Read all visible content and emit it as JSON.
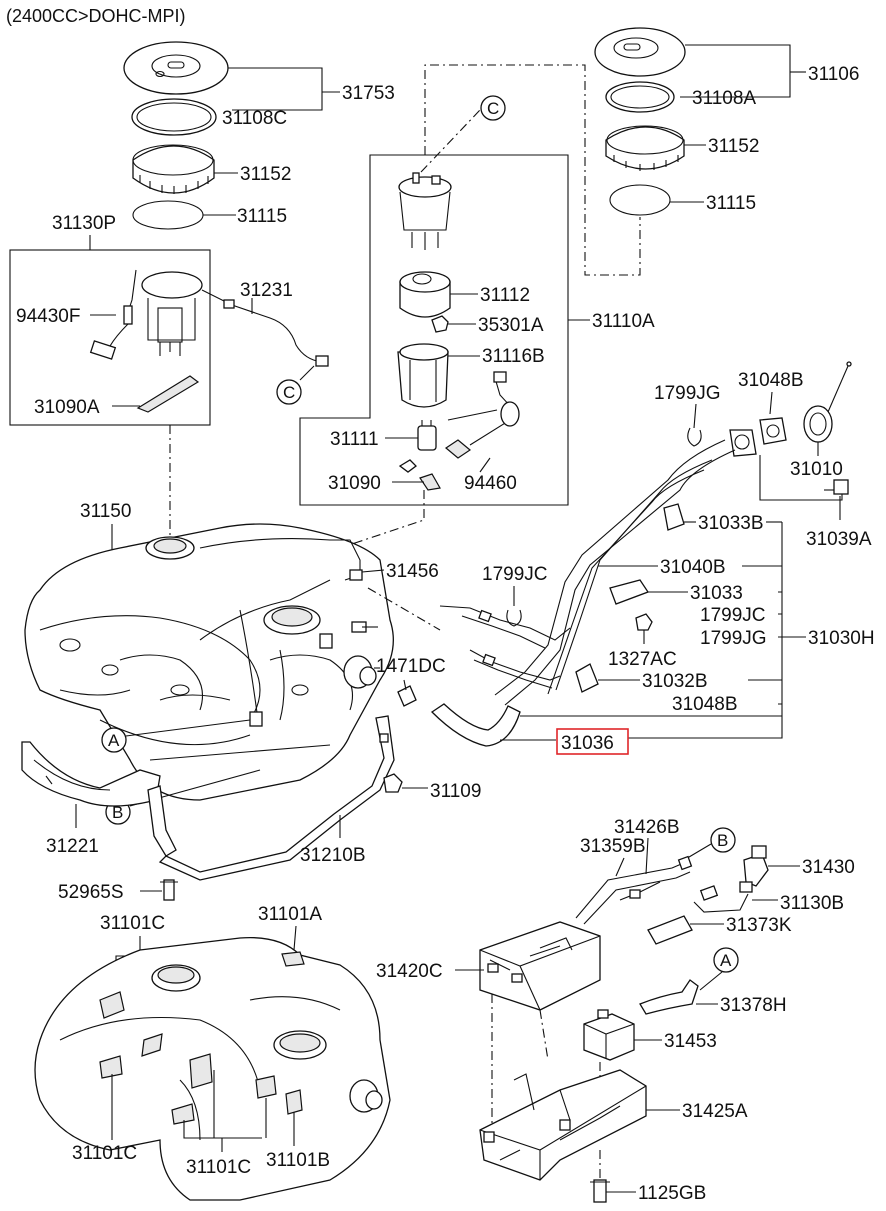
{
  "header": {
    "engine_spec": "(2400CC>DOHC-MPI)"
  },
  "callouts": {
    "a": "A",
    "b": "B",
    "c": "C"
  },
  "labels": {
    "p31753": "31753",
    "p31108C": "31108C",
    "p31152_left": "31152",
    "p31115_left": "31115",
    "p31130P": "31130P",
    "p94430F": "94430F",
    "p31231": "31231",
    "p31090A": "31090A",
    "p31106": "31106",
    "p31108A": "31108A",
    "p31152_right": "31152",
    "p31115_right": "31115",
    "p31112": "31112",
    "p35301A": "35301A",
    "p31110A": "31110A",
    "p31116B": "31116B",
    "p31111": "31111",
    "p31090": "31090",
    "p94460": "94460",
    "p1799JG_top": "1799JG",
    "p31048B_top": "31048B",
    "p31010": "31010",
    "p31033B": "31033B",
    "p31039A": "31039A",
    "p31150": "31150",
    "p31456": "31456",
    "p1799JC_left": "1799JC",
    "p31040B": "31040B",
    "p31033": "31033",
    "p1799JC_right": "1799JC",
    "p1799JG_right": "1799JG",
    "p31030H": "31030H",
    "p1327AC": "1327AC",
    "p1471DC": "1471DC",
    "p31032B": "31032B",
    "p31048B_bottom": "31048B",
    "p31036": "31036",
    "p31109": "31109",
    "p31221": "31221",
    "p31210B": "31210B",
    "p52965S": "52965S",
    "p31101C_top": "31101C",
    "p31101A": "31101A",
    "p31101C_left": "31101C",
    "p31101C_mid": "31101C",
    "p31101B": "31101B",
    "p31426B": "31426B",
    "p31359B": "31359B",
    "p31430": "31430",
    "p31130B": "31130B",
    "p31373K": "31373K",
    "p31420C": "31420C",
    "p31378H": "31378H",
    "p31453": "31453",
    "p31425A": "31425A",
    "p1125GB": "1125GB"
  },
  "highlight": {
    "part": "31036",
    "color": "#e0262a"
  }
}
